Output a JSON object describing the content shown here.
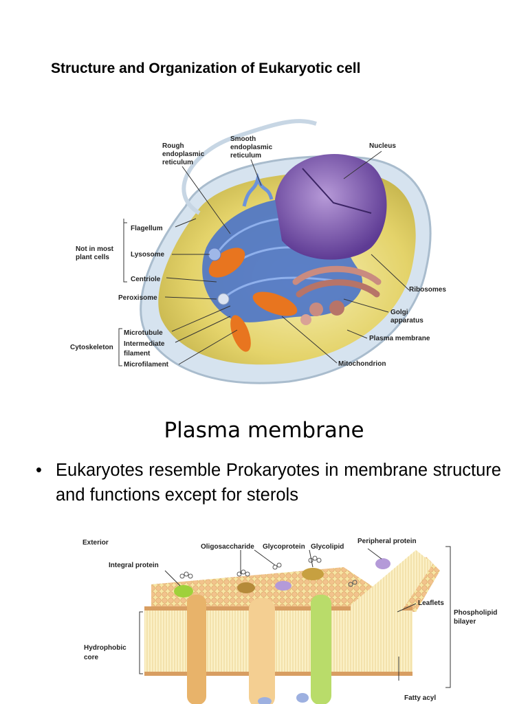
{
  "page": {
    "title": "Structure and Organization of Eukaryotic cell",
    "section_heading": "Plasma membrane",
    "bullet_marker": "•",
    "bullet_text": "Eukaryotes resemble Prokaryotes in membrane structure and functions except for sterols"
  },
  "cell_figure": {
    "labels": {
      "rough_er_1": "Rough",
      "rough_er_2": "endoplasmic",
      "rough_er_3": "reticulum",
      "smooth_er_1": "Smooth",
      "smooth_er_2": "endoplasmic",
      "smooth_er_3": "reticulum",
      "nucleus": "Nucleus",
      "flagellum": "Flagellum",
      "not_in_most_1": "Not in most",
      "not_in_most_2": "plant cells",
      "lysosome": "Lysosome",
      "centriole": "Centriole",
      "ribosomes": "Ribosomes",
      "peroxisome": "Peroxisome",
      "golgi_1": "Golgi",
      "golgi_2": "apparatus",
      "microtubule": "Microtubule",
      "intermediate_1": "Intermediate",
      "intermediate_2": "filament",
      "microfilament": "Microfilament",
      "cytoskeleton": "Cytoskeleton",
      "plasma_membrane": "Plasma membrane",
      "mitochondrion": "Mitochondrion"
    }
  },
  "membrane_figure": {
    "labels": {
      "exterior": "Exterior",
      "oligosaccharide": "Oligosaccharide",
      "glycoprotein": "Glycoprotein",
      "glycolipid": "Glycolipid",
      "peripheral_protein": "Peripheral protein",
      "integral_protein": "Integral protein",
      "leaflets": "Leaflets",
      "phospholipid_1": "Phospholipid",
      "phospholipid_2": "bilayer",
      "hydrophobic_1": "Hydrophobic",
      "hydrophobic_2": "core",
      "fatty_acyl": "Fatty acyl"
    }
  },
  "colors": {
    "cytoplasm": "#e9d870",
    "er": "#4a73c9",
    "nucleus": "#7a4fb0",
    "mitochondrion": "#e8751f",
    "golgi": "#c98b80",
    "membrane_heads": "#f2c38c",
    "membrane_tails": "#f7e6a4"
  }
}
